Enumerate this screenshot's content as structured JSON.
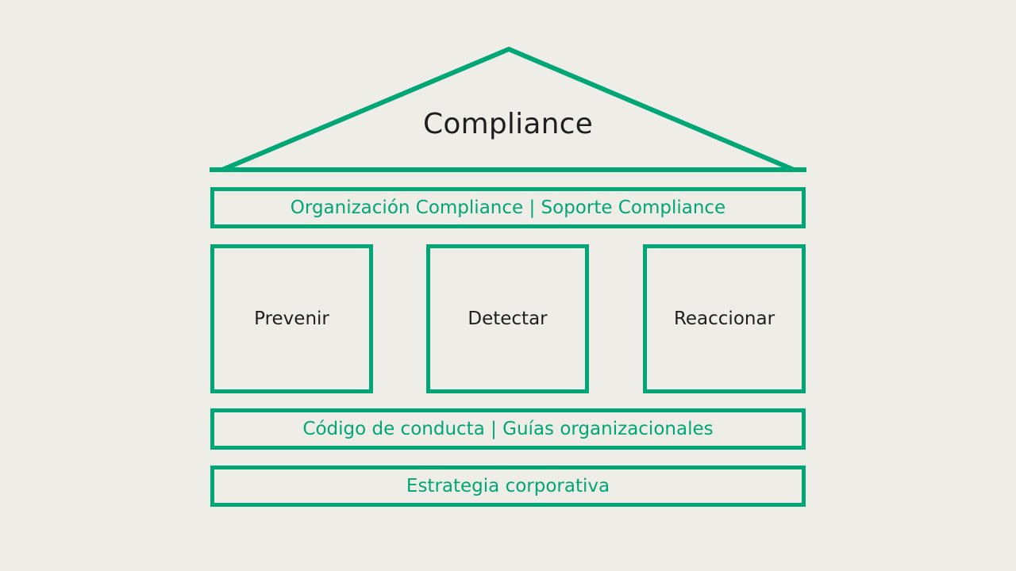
{
  "colors": {
    "background": "#efede7",
    "accent": "#00a676",
    "text_dark": "#1f1f1f"
  },
  "roof": {
    "title": "Compliance"
  },
  "bands": {
    "top": "Organización Compliance | Soporte Compliance",
    "code": "Código de conducta | Guías organizacionales",
    "strategy": "Estrategia corporativa"
  },
  "pillars": [
    {
      "label": "Prevenir"
    },
    {
      "label": "Detectar"
    },
    {
      "label": "Reaccionar"
    }
  ]
}
